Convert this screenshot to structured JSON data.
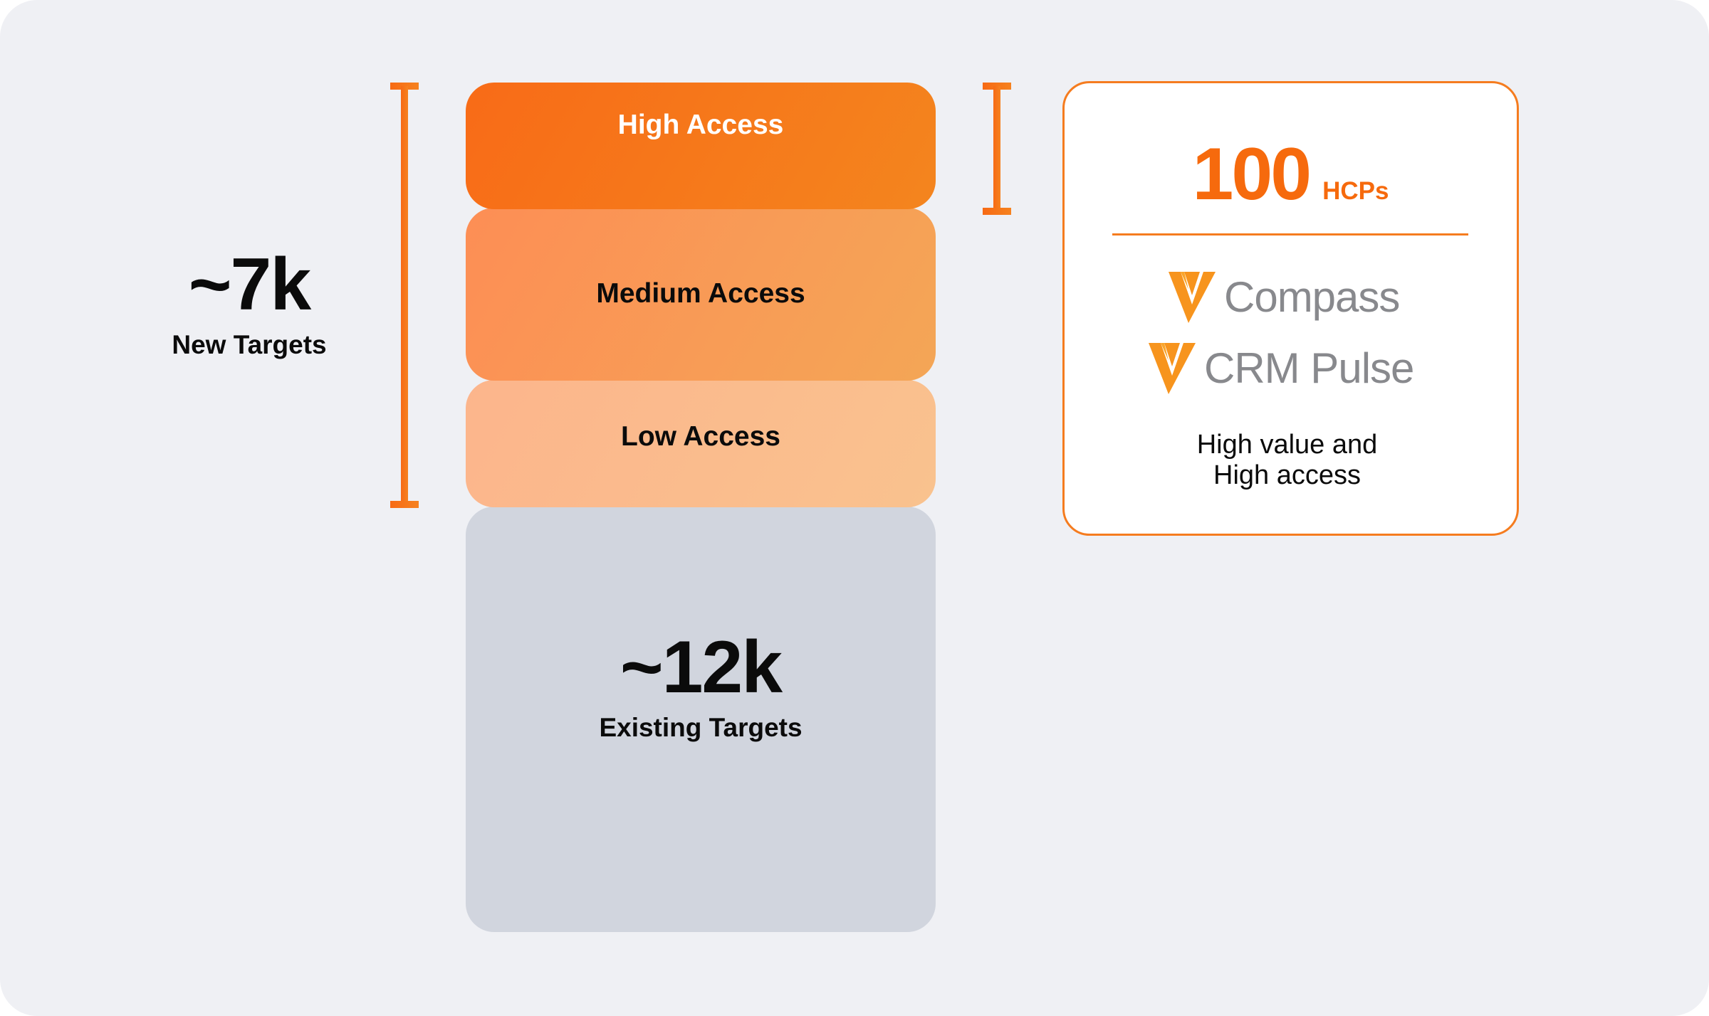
{
  "colors": {
    "accent": "#F66A0D",
    "high_access": "#F76F1A",
    "medium_access": "#F89A55",
    "low_access": "#FBB98D",
    "existing": "#D1D5DE",
    "background": "#EFF0F4",
    "logo_gray": "#88898D"
  },
  "new_targets": {
    "value": "~7k",
    "label": "New Targets"
  },
  "tiers": [
    {
      "label": "High Access"
    },
    {
      "label": "Medium Access"
    },
    {
      "label": "Low Access"
    }
  ],
  "existing_targets": {
    "value": "~12k",
    "label": "Existing Targets"
  },
  "info_card": {
    "count": "100",
    "unit": "HCPs",
    "logos": [
      {
        "icon": "veeva-v-icon",
        "name": "Compass"
      },
      {
        "icon": "veeva-v-icon",
        "name": "CRM Pulse"
      }
    ],
    "caption_line1": "High value and",
    "caption_line2": "High access"
  }
}
